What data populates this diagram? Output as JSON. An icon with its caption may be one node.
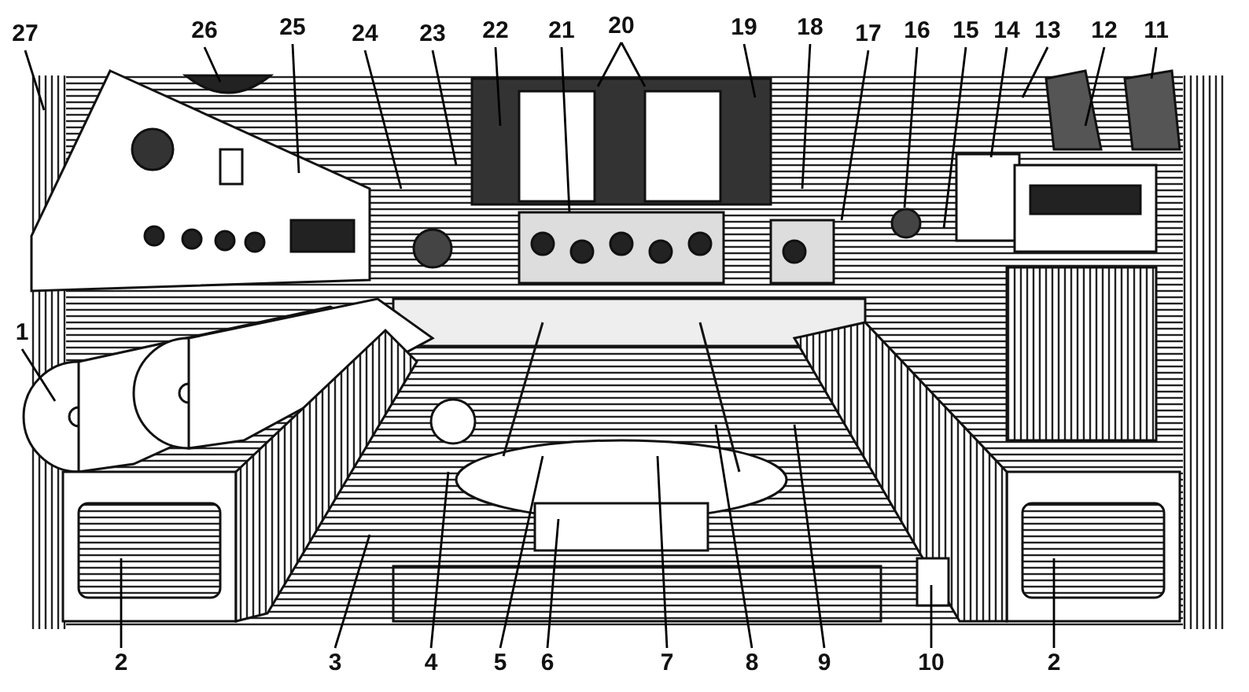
{
  "diagram": {
    "nodes": [
      {
        "text": [
          "27"
        ]
      },
      {
        "text": [
          "26"
        ]
      },
      {
        "text": [
          "25"
        ]
      },
      {
        "text": [
          "24"
        ]
      },
      {
        "text": [
          "23"
        ]
      },
      {
        "text": [
          "22"
        ]
      },
      {
        "text": [
          "21"
        ]
      },
      {
        "text": [
          "20"
        ]
      },
      {
        "text": [
          "19"
        ]
      },
      {
        "text": [
          "18"
        ]
      },
      {
        "text": [
          "17"
        ]
      },
      {
        "text": [
          "16"
        ]
      },
      {
        "text": [
          "15"
        ]
      },
      {
        "text": [
          "14"
        ]
      },
      {
        "text": [
          "13"
        ]
      },
      {
        "text": [
          "12"
        ]
      },
      {
        "text": [
          "11"
        ]
      },
      {
        "text": [
          "1"
        ]
      },
      {
        "text": [
          "2"
        ]
      },
      {
        "text": [
          "3"
        ]
      },
      {
        "text": [
          "4"
        ]
      },
      {
        "text": [
          "5"
        ]
      },
      {
        "text": [
          "6"
        ]
      },
      {
        "text": [
          "7"
        ]
      },
      {
        "text": [
          "8"
        ]
      },
      {
        "text": [
          "9"
        ]
      },
      {
        "text": [
          "10"
        ]
      },
      {
        "text": [
          "2"
        ]
      }
    ],
    "edges": [
      {
        "from": 0,
        "to": null,
        "arrow": "none"
      },
      {
        "from": 1,
        "to": null,
        "arrow": "none"
      },
      {
        "from": 2,
        "to": null,
        "arrow": "none"
      },
      {
        "from": 3,
        "to": null,
        "arrow": "none"
      },
      {
        "from": 4,
        "to": null,
        "arrow": "none"
      },
      {
        "from": 5,
        "to": null,
        "arrow": "none"
      },
      {
        "from": 6,
        "to": null,
        "arrow": "none"
      },
      {
        "from": 7,
        "to": null,
        "arrow": "none"
      },
      {
        "from": 7,
        "to": null,
        "arrow": "none"
      },
      {
        "from": 8,
        "to": null,
        "arrow": "none"
      },
      {
        "from": 9,
        "to": null,
        "arrow": "none"
      },
      {
        "from": 10,
        "to": null,
        "arrow": "none"
      },
      {
        "from": 11,
        "to": null,
        "arrow": "none"
      },
      {
        "from": 12,
        "to": null,
        "arrow": "none"
      },
      {
        "from": 13,
        "to": null,
        "arrow": "none"
      },
      {
        "from": 14,
        "to": null,
        "arrow": "none"
      },
      {
        "from": 15,
        "to": null,
        "arrow": "none"
      },
      {
        "from": 16,
        "to": null,
        "arrow": "none"
      },
      {
        "from": 17,
        "to": null,
        "arrow": "none"
      },
      {
        "from": 18,
        "to": null,
        "arrow": "none"
      },
      {
        "from": 19,
        "to": null,
        "arrow": "none"
      },
      {
        "from": 20,
        "to": null,
        "arrow": "none"
      },
      {
        "from": 21,
        "to": null,
        "arrow": "none"
      },
      {
        "from": 22,
        "to": null,
        "arrow": "none"
      },
      {
        "from": 23,
        "to": null,
        "arrow": "none"
      },
      {
        "from": 24,
        "to": null,
        "arrow": "none"
      },
      {
        "from": 25,
        "to": null,
        "arrow": "none"
      },
      {
        "from": 26,
        "to": null,
        "arrow": "none"
      },
      {
        "from": 27,
        "to": null,
        "arrow": "none"
      }
    ]
  }
}
